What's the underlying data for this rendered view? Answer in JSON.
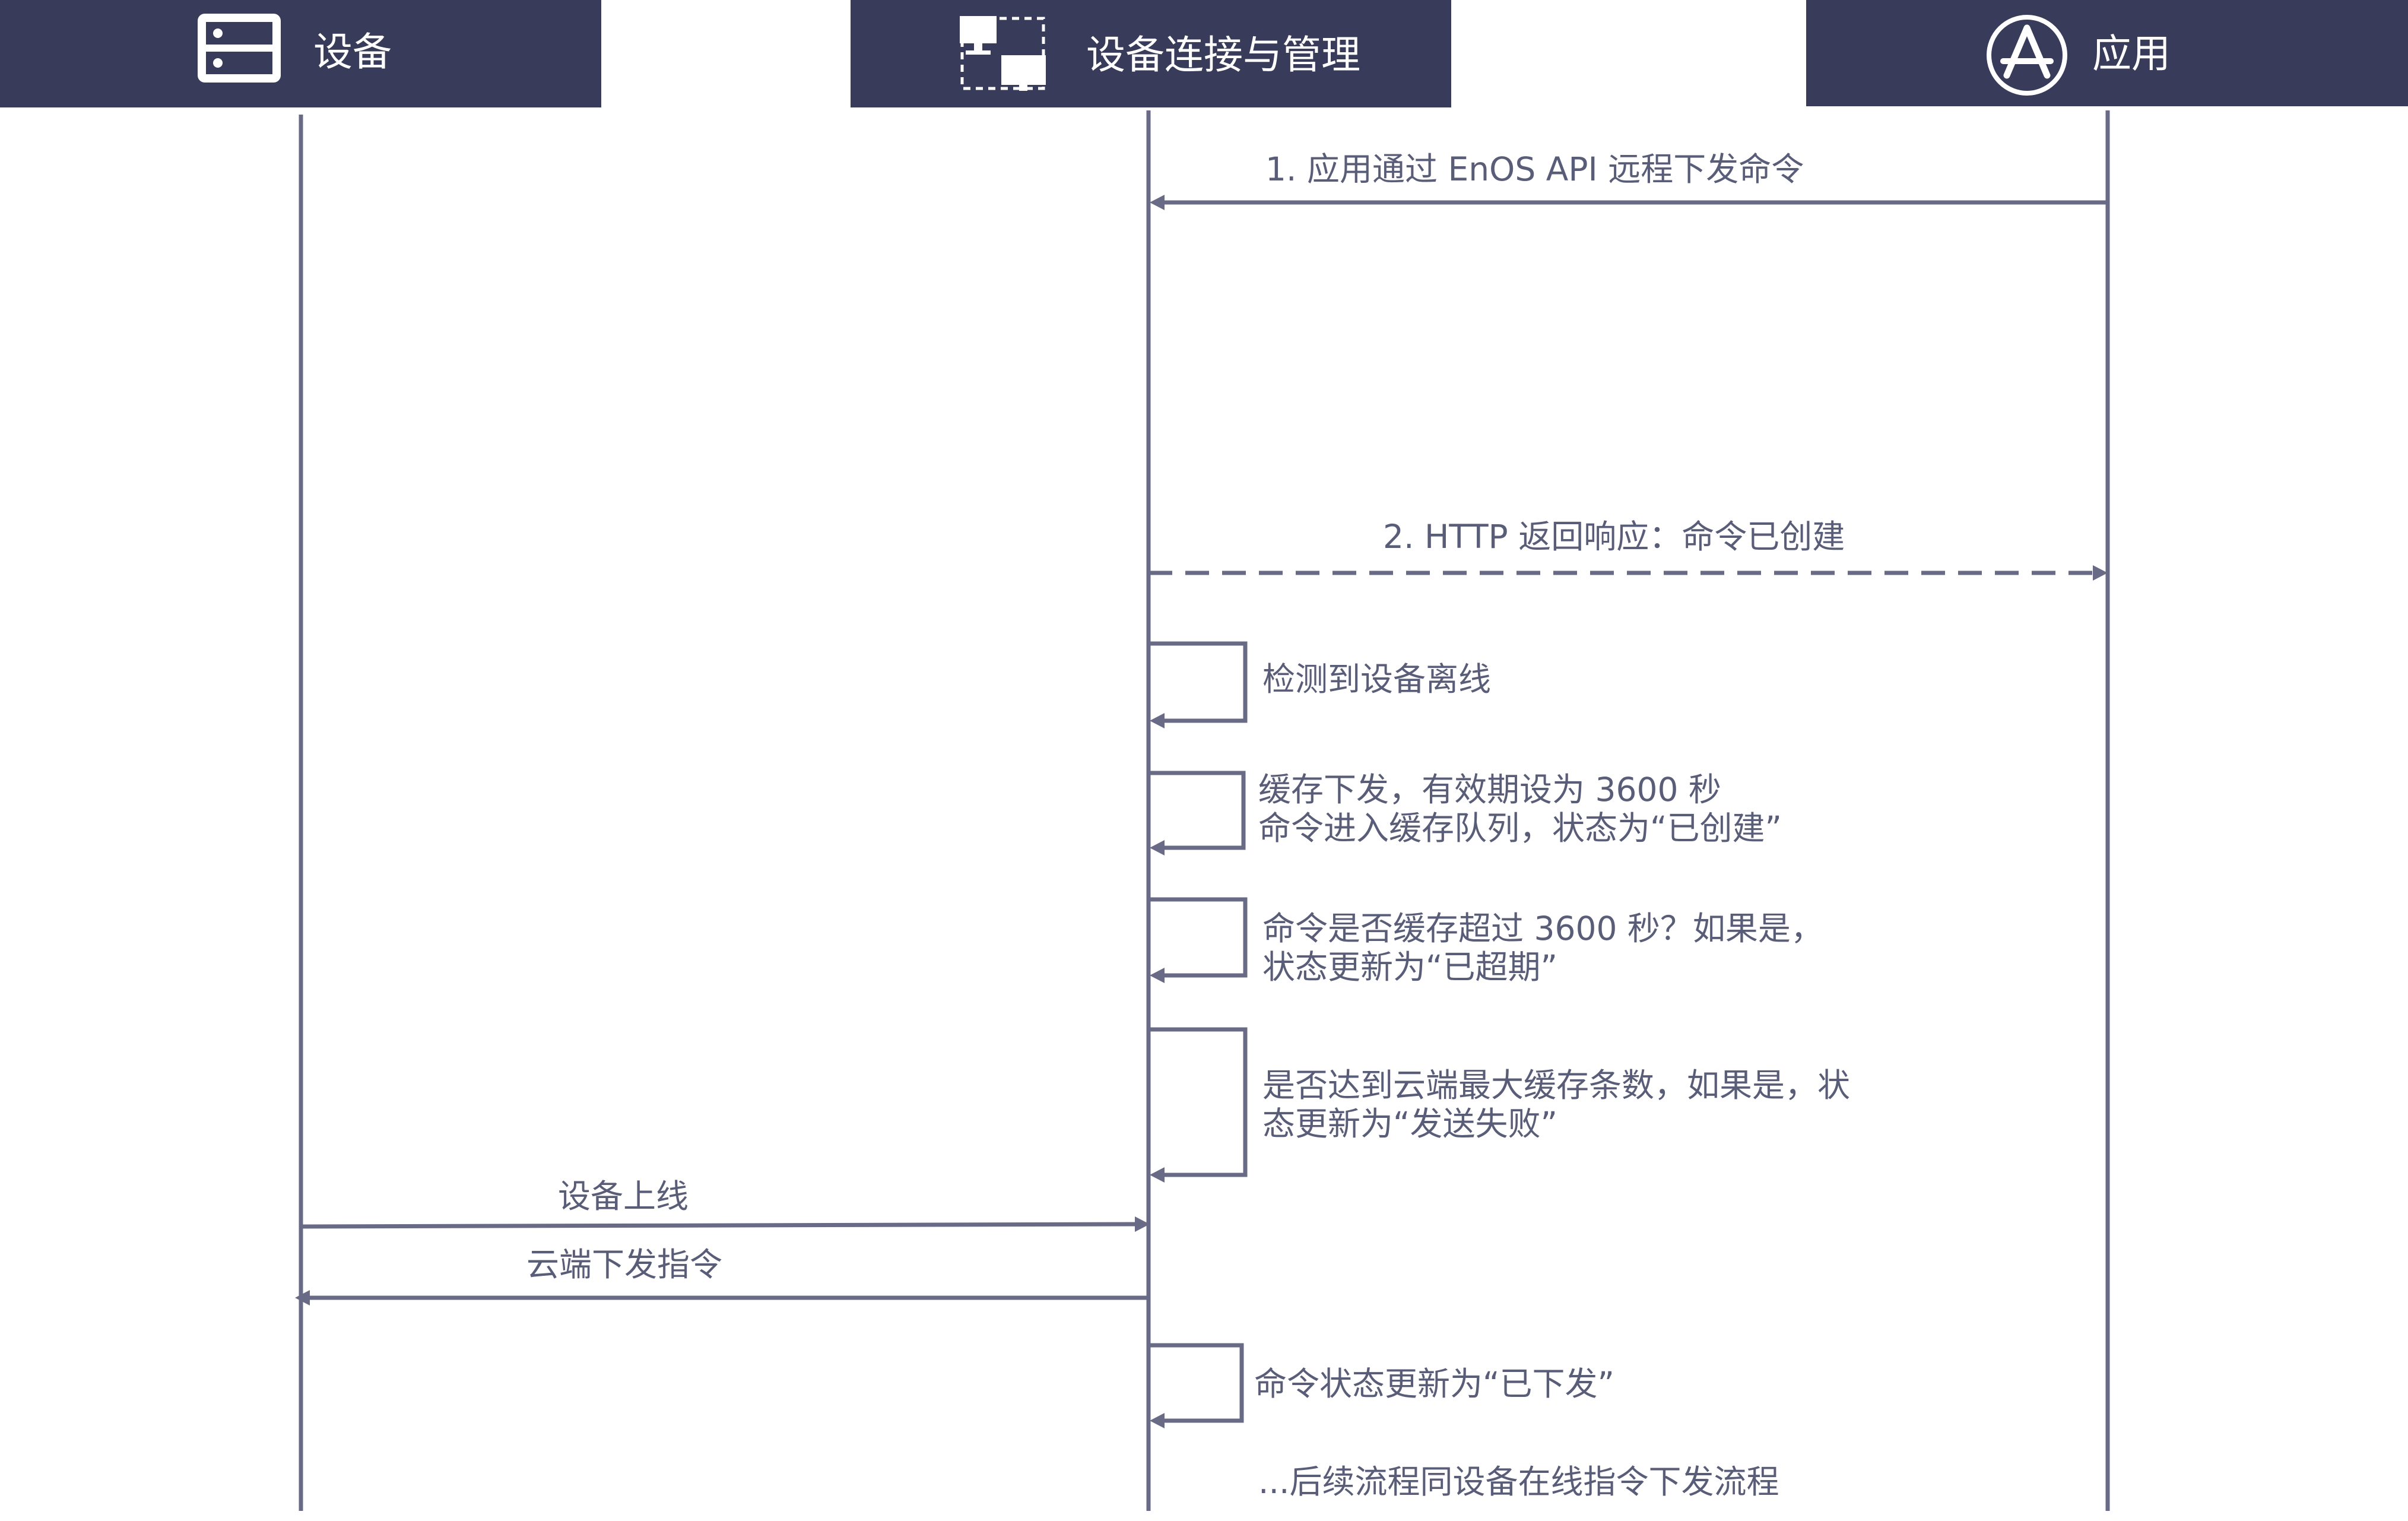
{
  "lanes": {
    "device": {
      "label": "设备",
      "icon": "server-icon"
    },
    "connection": {
      "label": "设备连接与管理",
      "icon": "network-devices-icon"
    },
    "application": {
      "label": "应用",
      "icon": "app-store-icon"
    }
  },
  "messages": {
    "m1": "1. 应用通过 EnOS API 远程下发命令",
    "m2": "2. HTTP 返回响应：命令已创建",
    "m3": "检测到设备离线",
    "m4_line1": "缓存下发，有效期设为 3600 秒",
    "m4_line2": "命令进入缓存队列，状态为“已创建”",
    "m5_line1": "命令是否缓存超过 3600 秒？如果是，",
    "m5_line2": "状态更新为“已超期”",
    "m6_line1": "是否达到云端最大缓存条数，如果是，状",
    "m6_line2": "态更新为“发送失败”",
    "m7": "设备上线",
    "m8": "云端下发指令",
    "m9": "命令状态更新为“已下发”",
    "m10": "...后续流程同设备在线指令下发流程"
  },
  "colors": {
    "header_bg": "#383b5a",
    "line": "#696b86",
    "text": "#5a5d78"
  }
}
